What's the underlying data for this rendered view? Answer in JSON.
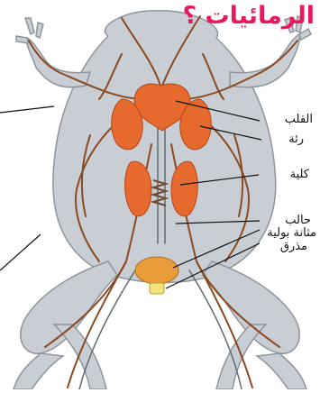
{
  "title": "الرمائيات ؟",
  "labels": {
    "heart": "القلب",
    "lung": "رئة",
    "kidney": "كلية",
    "ureter": "حالب",
    "bladder": "مثانة بولية",
    "cloaca": "مذرق"
  },
  "colors": {
    "title": "#e8195f",
    "body": "#c9ced4",
    "organs": "#e6692e",
    "vessels": "#8a4a22"
  }
}
